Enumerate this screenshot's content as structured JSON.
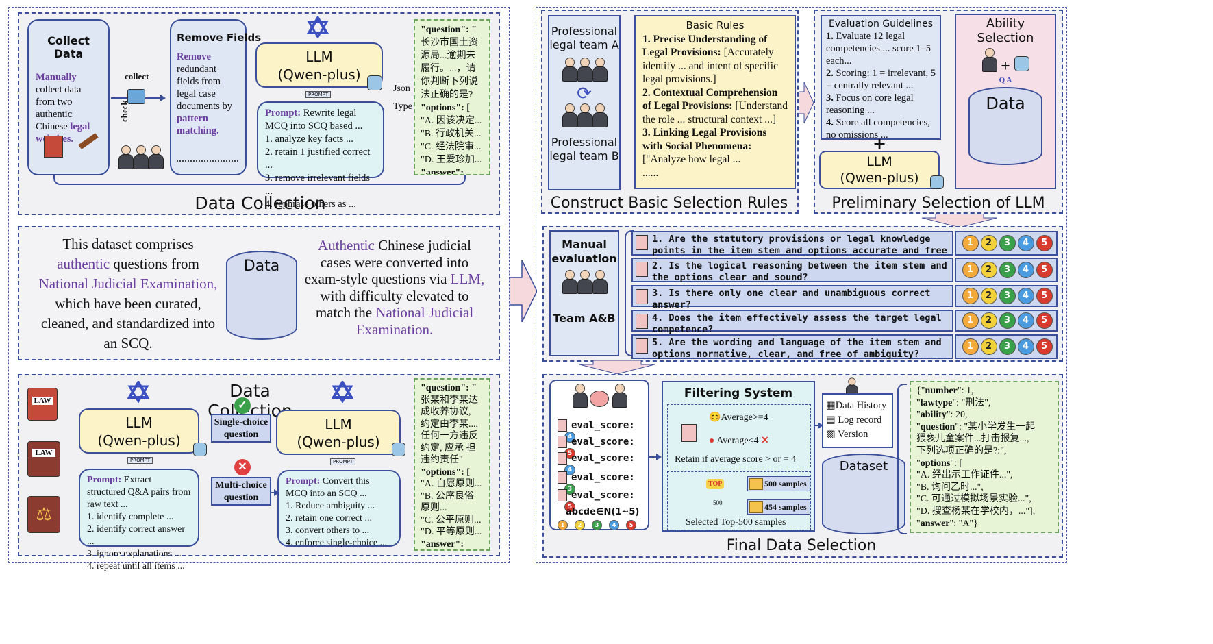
{
  "top_left": {
    "title": "Data Collection",
    "collect_data": {
      "heading": "Collect Data",
      "manually": "Manually",
      "text1": "collect data from two authentic Chinese",
      "legal": "legal",
      "websites": "websites."
    },
    "collect_label": "collect",
    "check_label": "check",
    "remove_fields": {
      "heading": "Remove Fields",
      "remove": "Remove",
      "text1": "redundant fields from legal case documents by",
      "pattern": "pattern matching."
    },
    "llm": "LLM\n(Qwen-plus)",
    "prompt_tag": "PROMPT",
    "prompt": {
      "label": "Prompt:",
      "text": "Rewrite legal MCQ into SCQ based ...",
      "items": [
        "1. analyze key facts ...",
        "2. retain 1 justified correct ...",
        "3. remove irrelevant fields ...",
        "4. rephrase others as ..."
      ]
    },
    "json_label": "Json",
    "type_label": "Type",
    "json_lines": [
      "\"question\": \"",
      "长沙市国土资",
      "源局...逾期未",
      "履行。...，请",
      "你判断下列说",
      "法正确的是?",
      "\"options\": [",
      "\"A. 因该决定...",
      "\"B. 行政机关...",
      "\"C. 经法院审...",
      "\"D. 王爱珍加...",
      "\"answer\": \"C\","
    ]
  },
  "middle_left": {
    "text_left": [
      "This dataset comprises",
      "authentic",
      " questions from",
      "National Judicial",
      "Examination,",
      " which have been curated, cleaned, and standardized into an SCQ."
    ],
    "data_label": "Data",
    "text_right": [
      "Authentic",
      " Chinese judicial cases were converted into exam-style questions via ",
      "LLM,",
      " with difficulty elevated to match the ",
      "National Judicial Examination."
    ]
  },
  "bottom_left": {
    "title": "Data Collection",
    "llm1": "LLM\n(Qwen-plus)",
    "llm2": "LLM\n(Qwen-plus)",
    "prompt_tag": "PROMPT",
    "single_choice": "Single-choice question",
    "multi_choice": "Multi-choice question",
    "prompt1": {
      "label": "Prompt:",
      "text": "Extract structured Q&A pairs from raw text ...",
      "items": [
        "1. identify complete ...",
        "2. identify correct answer ...",
        "3. ignore explanations ...",
        "4. repeat until all items ..."
      ]
    },
    "prompt2": {
      "label": "Prompt:",
      "text": "Convert this MCQ into an SCQ ...",
      "items": [
        "1. Reduce ambiguity ...",
        "2. retain one correct ...",
        "3. convert others to ...",
        "4. enforce single-choice ..."
      ]
    },
    "json_lines": [
      "\"question\": \"",
      "张某和李某达",
      "成收养协议,",
      "约定由李某...,",
      "任何一方违反",
      "约定, 应承 担",
      "违约责任\"",
      "\"options\": [",
      "\"A. 自愿原则...",
      "\"B. 公序良俗",
      "原则...",
      "\"C. 公平原则...",
      "\"D. 平等原则...",
      "\"answer\": \"C\","
    ]
  },
  "rules": {
    "title": "Construct Basic Selection Rules",
    "team_a": "Professional legal team A",
    "team_b": "Professional legal team B",
    "heading": "Basic Rules",
    "items": [
      {
        "label": "1. Precise Understanding of Legal Provisions:",
        "text": " [Accurately identify ... and intent of specific legal provisions.]"
      },
      {
        "label": "2. Contextual Comprehension of Legal Provisions:",
        "text": " [Understand the role ... structural context ...]"
      },
      {
        "label": "3. Linking Legal Provisions with Social Phenomena:",
        "text": " [\"Analyze how legal ..."
      }
    ],
    "ellipsis": "......"
  },
  "prelim": {
    "title": "Preliminary Selection of LLM",
    "heading": "Evaluation Guidelines",
    "items": [
      {
        "label": "1.",
        "text": " Evaluate 12 legal competencies ... score 1–5 each..."
      },
      {
        "label": "2.",
        "text": " Scoring: 1 = irrelevant, 5 = centrally relevant ..."
      },
      {
        "label": "3.",
        "text": " Focus on core legal reasoning ..."
      },
      {
        "label": "4.",
        "text": " Score all competencies, no omissions ..."
      }
    ],
    "plus": "+",
    "llm": "LLM\n(Qwen-plus)",
    "ability_title": "Ability Selection",
    "data_label": "Data"
  },
  "manual": {
    "heading": "Manual evaluation",
    "team": "Team A&B",
    "questions": [
      "1. Are the statutory provisions or legal knowledge points in the item stem and options accurate and free of error?",
      "2. Is the logical reasoning between the item stem and the options clear and sound?",
      "3. Is there only one clear and unambiguous correct answer?",
      "4. Does the item effectively assess the target legal competence?",
      "5. Are the wording and language of the item stem and options normative, clear, and free of ambiguity?"
    ],
    "scores": [
      "1",
      "2",
      "3",
      "4",
      "5"
    ],
    "score_colors": [
      "#f4a93b",
      "#f2d13a",
      "#3aa04a",
      "#4a9be0",
      "#d93a2e"
    ]
  },
  "final": {
    "title": "Final Data Selection",
    "eval_label": "eval_score:",
    "eval_scores": [
      "4",
      "5",
      "4",
      "3",
      "5"
    ],
    "formula": "abcde∈N(1~5)",
    "filter_title": "Filtering System",
    "avg_ge": "Average>=4",
    "avg_lt": "Average<4",
    "retain": "Retain if average score > or = 4",
    "top_label": "TOP",
    "top_num": "500",
    "samples_500": "500 samples",
    "samples_454": "454 samples",
    "selected": "Selected Top-500 samples",
    "history": [
      "Data History",
      "Log record",
      "Version"
    ],
    "dataset": "Dataset",
    "json_lines": [
      [
        "{\"",
        "number",
        "\": 1,"
      ],
      [
        "\"",
        "lawtype",
        "\": \"刑法\","
      ],
      [
        "\"",
        "ability",
        "\": 20,"
      ],
      [
        "\"",
        "question",
        "\": \"某小学发生一起"
      ],
      [
        "",
        "",
        "猥亵儿童案件...打击报复...,"
      ],
      [
        "",
        "",
        "下列选项正确的是?:\","
      ],
      [
        "\"",
        "options",
        "\": ["
      ],
      [
        "",
        "",
        "  \"A. 经出示工作证件...\","
      ],
      [
        "",
        "",
        "  \"B. 询问乙时...\","
      ],
      [
        "",
        "",
        "  \"C. 可通过模拟场景实验...\","
      ],
      [
        "",
        "",
        "  \"D. 搜查杨某在学校内，...\"],"
      ],
      [
        "\"",
        "answer",
        "\": \"A\"}"
      ]
    ]
  }
}
